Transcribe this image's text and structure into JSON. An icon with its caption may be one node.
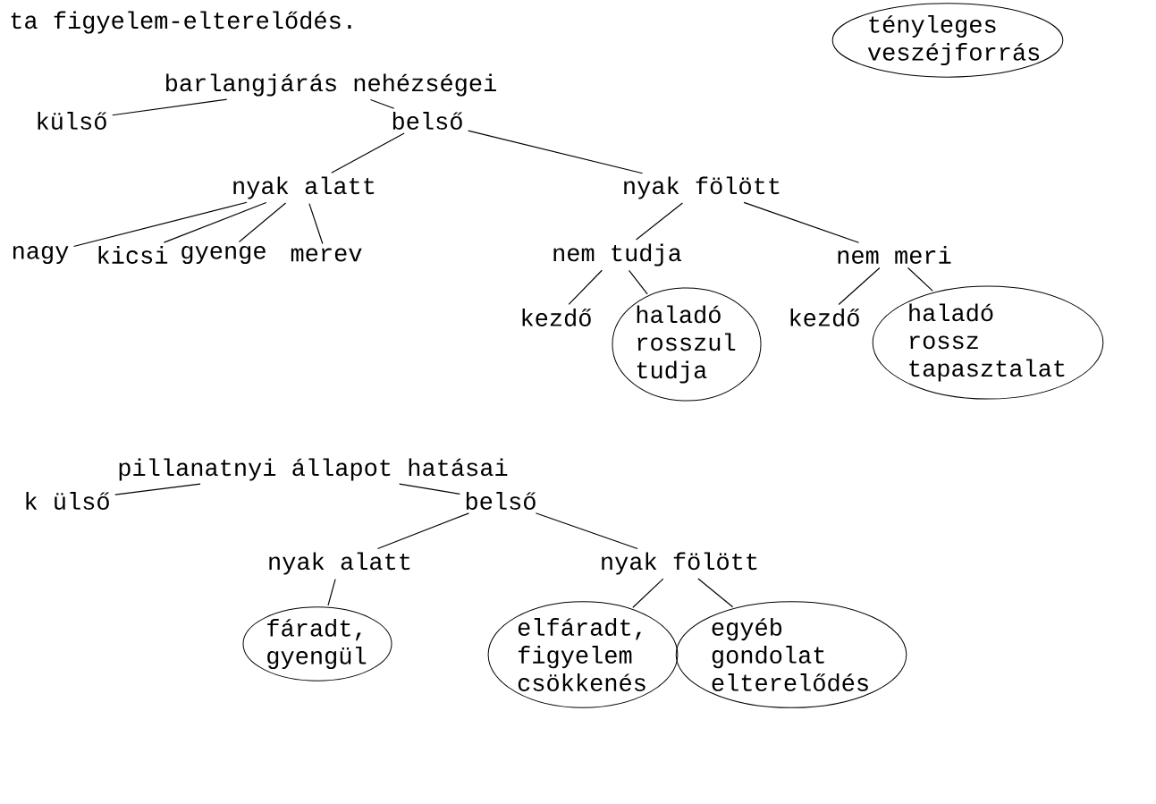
{
  "diagram": {
    "nodes": [
      {
        "text": [
          "barlangjárás nehézségei"
        ]
      },
      {
        "text": [
          "külső"
        ]
      },
      {
        "text": [
          "belső"
        ]
      },
      {
        "text": [
          "nyak alatt"
        ]
      },
      {
        "text": [
          "nyak fölött"
        ]
      },
      {
        "text": [
          "nagy"
        ]
      },
      {
        "text": [
          "kicsi"
        ]
      },
      {
        "text": [
          "gyenge"
        ]
      },
      {
        "text": [
          "merev"
        ]
      },
      {
        "text": [
          "nem tudja"
        ]
      },
      {
        "text": [
          "nem meri"
        ]
      },
      {
        "text": [
          "kezdő"
        ]
      },
      {
        "text": [
          "haladó rosszul tudja"
        ]
      },
      {
        "text": [
          "kezdő"
        ]
      },
      {
        "text": [
          "haladó rossz tapasztalat"
        ]
      },
      {
        "text": [
          "pillanatnyi állapot hatásai"
        ]
      },
      {
        "text": [
          "k ülső"
        ]
      },
      {
        "text": [
          "belső"
        ]
      },
      {
        "text": [
          "nyak alatt"
        ]
      },
      {
        "text": [
          "nyak fölött"
        ]
      },
      {
        "text": [
          "fáradt, gyengül"
        ]
      },
      {
        "text": [
          "elfáradt, figyelem csökkenés"
        ]
      },
      {
        "text": [
          "egyéb gondolat elterelődés"
        ]
      },
      {
        "text": [
          "tényleges veszéjforrás"
        ]
      }
    ],
    "edges": [
      {
        "from": 0,
        "to": 1,
        "arrow": "none"
      },
      {
        "from": 0,
        "to": 2,
        "arrow": "none"
      },
      {
        "from": 2,
        "to": 3,
        "arrow": "none"
      },
      {
        "from": 2,
        "to": 4,
        "arrow": "none"
      },
      {
        "from": 3,
        "to": 5,
        "arrow": "none"
      },
      {
        "from": 3,
        "to": 6,
        "arrow": "none"
      },
      {
        "from": 3,
        "to": 7,
        "arrow": "none"
      },
      {
        "from": 3,
        "to": 8,
        "arrow": "none"
      },
      {
        "from": 4,
        "to": 9,
        "arrow": "none"
      },
      {
        "from": 4,
        "to": 10,
        "arrow": "none"
      },
      {
        "from": 9,
        "to": 11,
        "arrow": "none"
      },
      {
        "from": 9,
        "to": 12,
        "arrow": "none"
      },
      {
        "from": 10,
        "to": 13,
        "arrow": "none"
      },
      {
        "from": 10,
        "to": 14,
        "arrow": "none"
      },
      {
        "from": 15,
        "to": 16,
        "arrow": "none"
      },
      {
        "from": 15,
        "to": 17,
        "arrow": "none"
      },
      {
        "from": 17,
        "to": 18,
        "arrow": "none"
      },
      {
        "from": 17,
        "to": 19,
        "arrow": "none"
      },
      {
        "from": 18,
        "to": 20,
        "arrow": "none"
      },
      {
        "from": 19,
        "to": 21,
        "arrow": "none"
      },
      {
        "from": 19,
        "to": 22,
        "arrow": "none"
      }
    ],
    "labels": [
      "ta figyelem-elterelődés."
    ]
  }
}
